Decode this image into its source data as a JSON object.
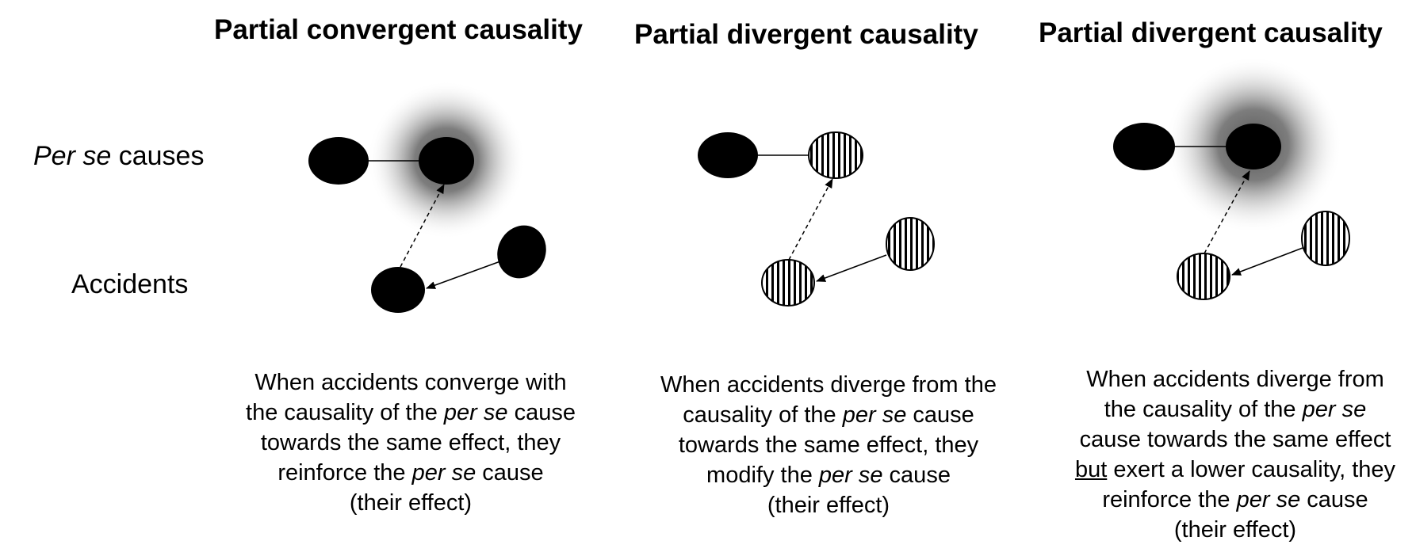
{
  "rows": {
    "per_se_em": "Per se",
    "per_se_rest": " causes",
    "accidents": "Accidents"
  },
  "columns": [
    {
      "title": "Partial convergent causality",
      "caption": [
        [
          {
            "t": "When accidents converge with"
          }
        ],
        [
          {
            "t": "the causality of the "
          },
          {
            "t": "per se",
            "s": "em"
          },
          {
            "t": " cause"
          }
        ],
        [
          {
            "t": "towards the same effect, they"
          }
        ],
        [
          {
            "t": "reinforce the "
          },
          {
            "t": "per se",
            "s": "em"
          },
          {
            "t": " cause"
          }
        ],
        [
          {
            "t": "(their effect)"
          }
        ]
      ]
    },
    {
      "title": "Partial divergent causality",
      "caption": [
        [
          {
            "t": "When accidents diverge from the"
          }
        ],
        [
          {
            "t": "causality of the "
          },
          {
            "t": "per se",
            "s": "em"
          },
          {
            "t": " cause"
          }
        ],
        [
          {
            "t": "towards the same effect, they"
          }
        ],
        [
          {
            "t": "modify the "
          },
          {
            "t": "per se",
            "s": "em"
          },
          {
            "t": " cause"
          }
        ],
        [
          {
            "t": "(their effect)"
          }
        ]
      ]
    },
    {
      "title": "Partial divergent causality",
      "caption": [
        [
          {
            "t": "When accidents diverge from"
          }
        ],
        [
          {
            "t": "the causality of the "
          },
          {
            "t": "per se",
            "s": "em"
          }
        ],
        [
          {
            "t": "cause towards the same effect"
          }
        ],
        [
          {
            "t": "but",
            "s": "u"
          },
          {
            "t": " exert a lower causality, they"
          }
        ],
        [
          {
            "t": "reinforce the "
          },
          {
            "t": "per se",
            "s": "em"
          },
          {
            "t": " cause"
          }
        ],
        [
          {
            "t": "(their effect)"
          }
        ]
      ]
    }
  ],
  "colors": {
    "solid": "#000000",
    "glow": "#555555",
    "background": "#ffffff"
  },
  "node_fills": [
    "solid",
    "striped",
    "striped"
  ],
  "glow_on_target": [
    true,
    false,
    true
  ]
}
